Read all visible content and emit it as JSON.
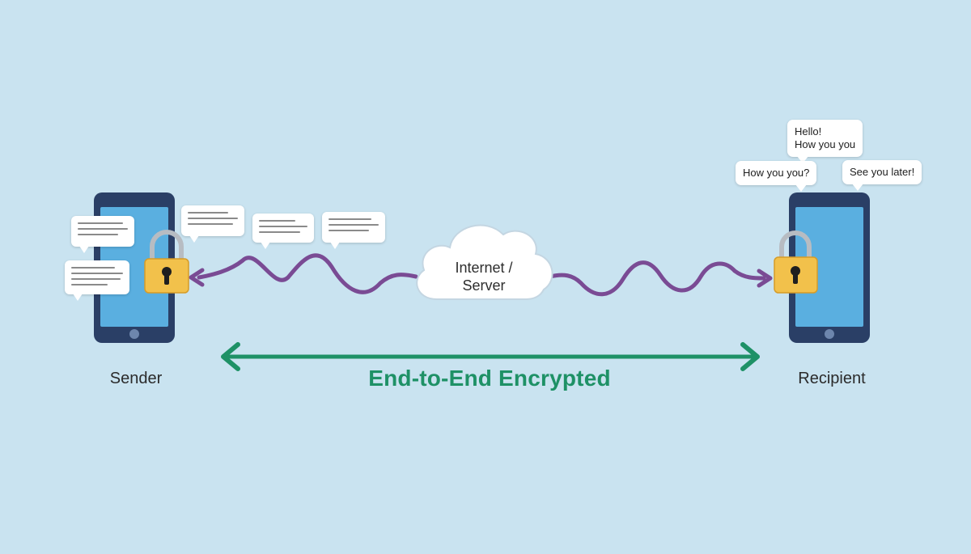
{
  "labels": {
    "sender": "Sender",
    "recipient": "Recipient",
    "cloud_line1": "Internet /",
    "cloud_line2": "Server",
    "e2e": "End-to-End Encrypted"
  },
  "recipient_messages": [
    {
      "lines": [
        "Hello!",
        "How you you"
      ]
    },
    {
      "lines": [
        "How you you?"
      ]
    },
    {
      "lines": [
        "See you later!"
      ]
    }
  ],
  "icons": {
    "sender_phone": "smartphone-icon",
    "recipient_phone": "smartphone-icon",
    "sender_lock": "padlock-icon",
    "recipient_lock": "padlock-icon",
    "cloud": "cloud-icon"
  },
  "colors": {
    "background": "#c9e3f0",
    "phone_frame": "#2a3f66",
    "phone_screen": "#5aafe0",
    "padlock": "#f2c14b",
    "wave": "#7a4b94",
    "e2e_green": "#1e9166"
  }
}
